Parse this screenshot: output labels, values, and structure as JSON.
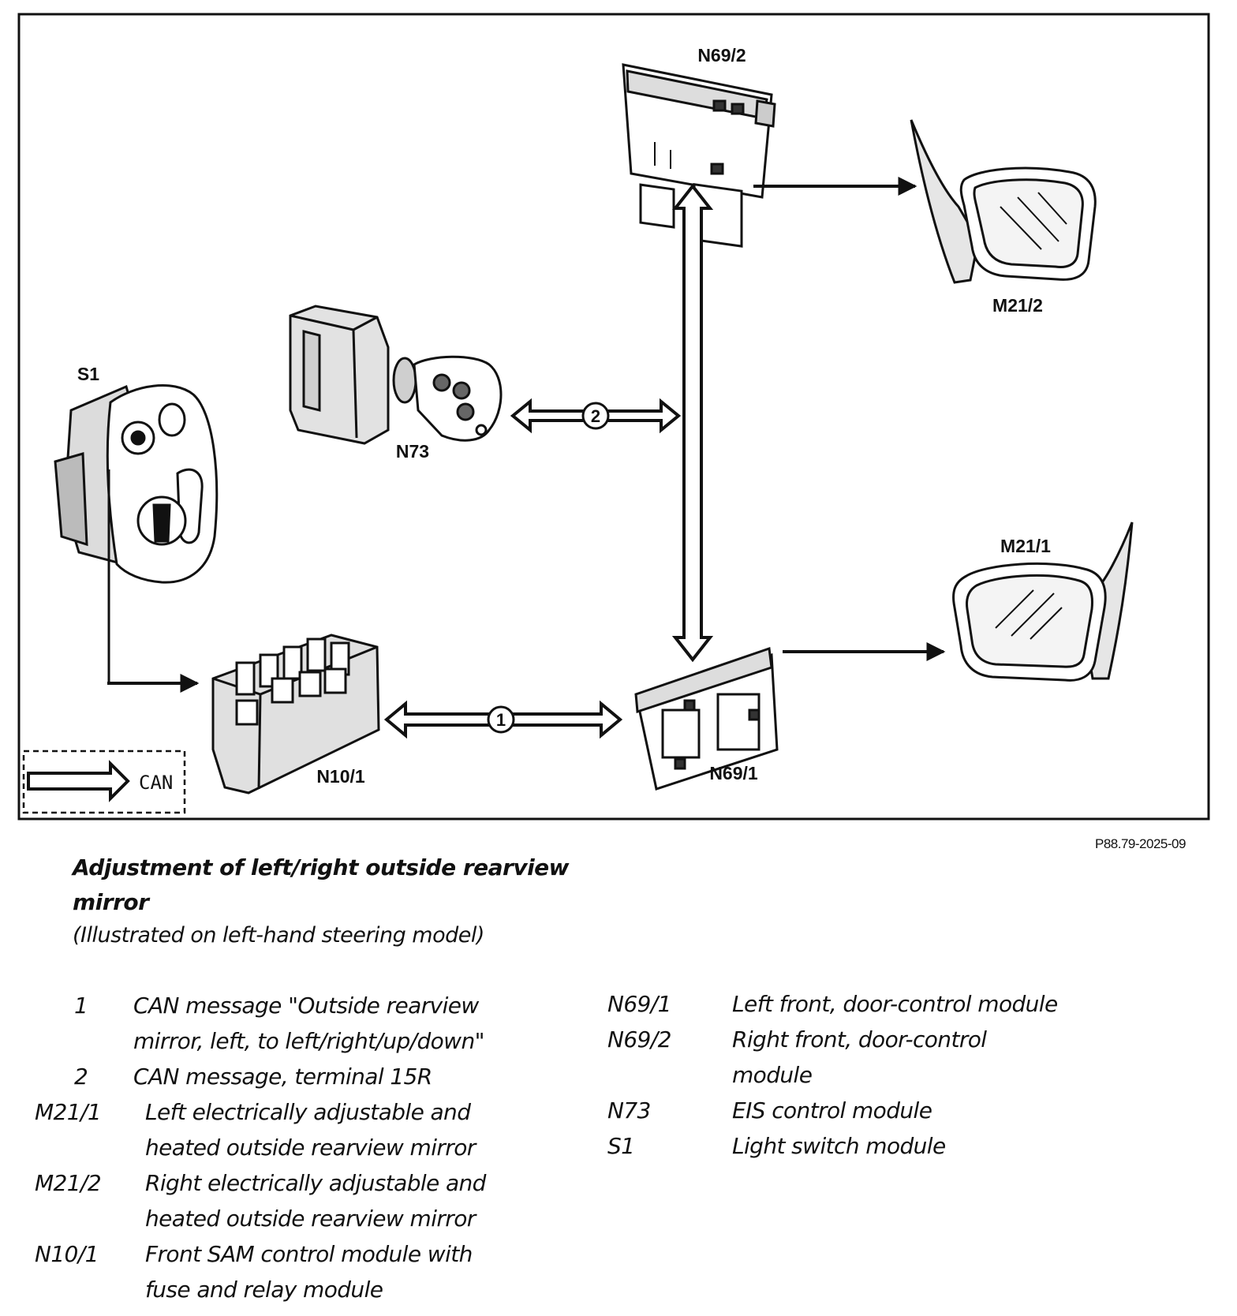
{
  "diagram": {
    "labels": {
      "n69_2": "N69/2",
      "m21_2": "M21/2",
      "s1": "S1",
      "n73": "N73",
      "m21_1": "M21/1",
      "n10_1": "N10/1",
      "n69_1": "N69/1"
    },
    "can_msg_1": "1",
    "can_msg_2": "2",
    "can_legend": "CAN",
    "figure_code": "P88.79-2025-09"
  },
  "caption": {
    "title": "Adjustment of left/right outside rearview mirror",
    "subtitle": "(Illustrated on left-hand steering model)"
  },
  "legend_left": [
    {
      "code": "1",
      "lines": [
        "CAN message \"Outside rearview",
        "mirror, left, to left/right/up/down\""
      ]
    },
    {
      "code": "2",
      "lines": [
        "CAN message, terminal 15R"
      ]
    },
    {
      "code": "M21/1",
      "lines": [
        "Left electrically adjustable and",
        "heated outside rearview mirror"
      ]
    },
    {
      "code": "M21/2",
      "lines": [
        "Right electrically adjustable and",
        "heated outside rearview mirror"
      ]
    },
    {
      "code": "N10/1",
      "lines": [
        "Front SAM control module with",
        "fuse and relay module"
      ]
    }
  ],
  "legend_right": [
    {
      "code": "N69/1",
      "lines": [
        "Left front, door-control module"
      ]
    },
    {
      "code": "N69/2",
      "lines": [
        "Right front, door-control",
        "module"
      ]
    },
    {
      "code": "N73",
      "lines": [
        "EIS control module"
      ]
    },
    {
      "code": "S1",
      "lines": [
        "Light switch module"
      ]
    }
  ]
}
